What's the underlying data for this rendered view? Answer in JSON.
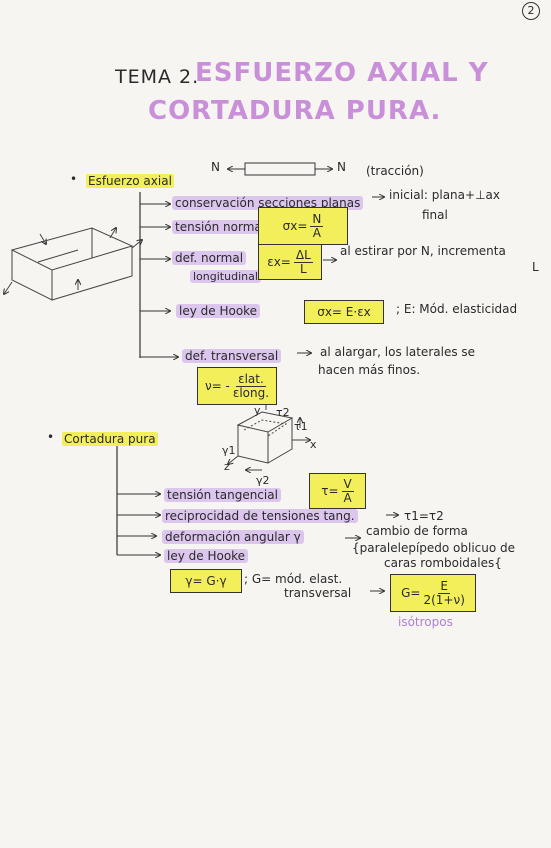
{
  "page_number": "2",
  "title": {
    "prefix": "TEMA 2.",
    "line1": "ESFUERZO AXIAL Y",
    "line2": "CORTADURA PURA."
  },
  "axial": {
    "heading": "Esfuerzo axial",
    "force_left": "N",
    "force_right": "N",
    "traccion": "(tracción)",
    "conservacion": "conservación secciones planas",
    "inicial": "inicial: plana+⊥ax",
    "final": "final",
    "tension_normal": "tensión normal",
    "sigma_lhs": "σx=",
    "sigma_num": "N",
    "sigma_den": "A",
    "def_normal": "def. normal",
    "longitudinal": "longitudinal",
    "eps_lhs": "εx=",
    "eps_num": "ΔL",
    "eps_den": "L",
    "estirar": "al estirar por N, incrementa",
    "estirar_L": "L",
    "hooke": "ley de Hooke",
    "hooke_formula": "σx= E·εx",
    "hooke_note": "; E: Mód. elasticidad",
    "def_transversal": "def. transversal",
    "alargar": "al alargar, los laterales se",
    "alargar2": "hacen más finos.",
    "nu_lhs": "ν= -",
    "nu_num": "εlat.",
    "nu_den": "εlong."
  },
  "cortadura": {
    "heading": "Cortadura pura",
    "tension_tangencial": "tensión tangencial",
    "tau_lhs": "τ=",
    "tau_num": "V",
    "tau_den": "A",
    "reciprocidad": "reciprocidad de tensiones tang.",
    "recip_formula": "τ1=τ2",
    "deformacion": "deformación angular γ",
    "cambio": "cambio de forma",
    "paralelepipedo": "{paralelepípedo oblicuo de",
    "caras": "caras romboidales{",
    "hooke": "ley de Hooke",
    "hooke_formula": "γ= G·γ",
    "g_note": "; G= mód. elast.",
    "transversal": "transversal",
    "g_lhs": "G=",
    "g_num": "E",
    "g_den": "2(1+ν)",
    "isotropos": "isótropos"
  },
  "cube_labels": {
    "t1": "τ1",
    "t2": "τ2",
    "y1": "γ1",
    "y2": "γ2",
    "x": "x",
    "y": "y",
    "z": "z"
  }
}
